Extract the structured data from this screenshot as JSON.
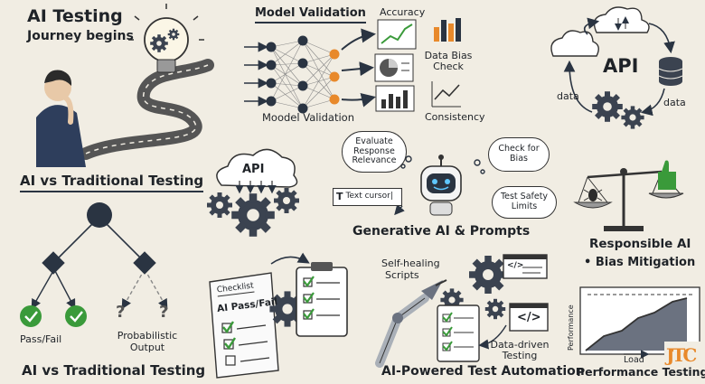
{
  "colors": {
    "ink": "#1f2328",
    "green": "#3a9a3a",
    "orange": "#e8892b",
    "paper": "#f1ede3",
    "navy": "#2a3442"
  },
  "journey": {
    "title": "AI Testing",
    "subtitle": "Journey begins"
  },
  "ai_vs_trad_top": {
    "title": "AI vs Traditional Testing"
  },
  "ai_vs_trad_bottom": {
    "title": "AI vs Traditional Testing",
    "pass_fail": "Pass/Fail",
    "probabilistic_1": "Probabilistic",
    "probabilistic_2": "Output",
    "q1": "?",
    "q2": "?"
  },
  "model_validation": {
    "title": "Model Validation",
    "caption": "Moodel Validation",
    "accuracy": "Accuracy",
    "data_bias_1": "Data Bias",
    "data_bias_2": "Check",
    "consistency": "Consistency"
  },
  "api_top": {
    "label": "API",
    "data_left": "data",
    "data_right": "data"
  },
  "generative": {
    "title": "Generative AI & Prompts",
    "api_label": "API",
    "evaluate_1": "Evaluate",
    "evaluate_2": "Response",
    "evaluate_3": "Relevance",
    "check_bias_1": "Check for",
    "check_bias_2": "Bias",
    "test_safety_1": "Test Safety",
    "test_safety_2": "Limits",
    "cursor_icon": "T",
    "cursor_text": "Text cursor|"
  },
  "responsible": {
    "title": "Responsible AI",
    "subtitle": "Bias Mitigation",
    "bullet": "•"
  },
  "checklist": {
    "header": "Checklist",
    "title": "AI Pass/Fail"
  },
  "automation": {
    "title": "AI-Powered Test Automation",
    "self_healing_1": "Self-healing",
    "self_healing_2": "Scripts",
    "data_driven_1": "Data-driven",
    "data_driven_2": "Testing",
    "code_1": "</>",
    "code_2": "</>"
  },
  "performance": {
    "title": "Performance Testing",
    "ylabel": "Performance",
    "xlabel": "Load"
  },
  "logo": {
    "text": "JTC"
  }
}
